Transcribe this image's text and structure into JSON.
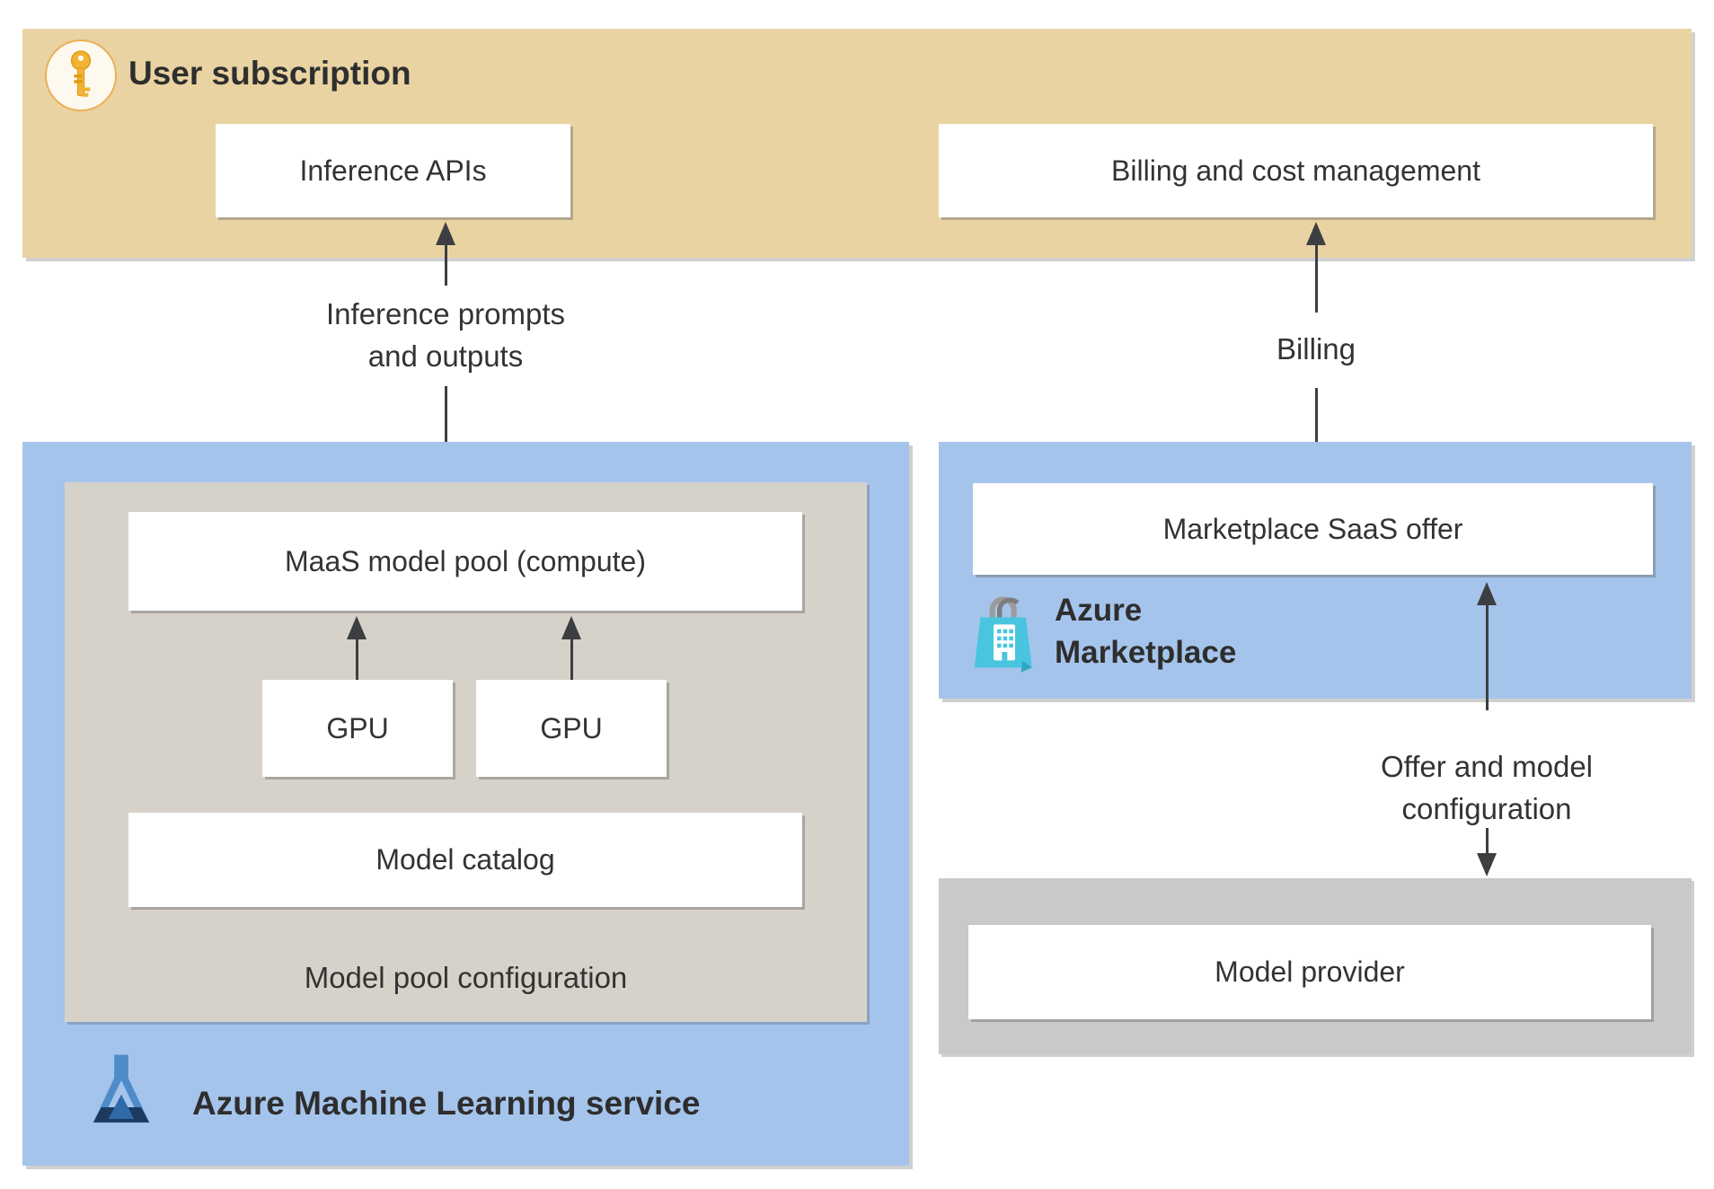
{
  "banner": {
    "title": "User subscription",
    "icon": "key-icon",
    "inference_box": "Inference APIs",
    "billing_box": "Billing and cost management"
  },
  "edges": {
    "inference": {
      "line1": "Inference prompts",
      "line2": "and outputs"
    },
    "billing": {
      "label": "Billing"
    },
    "offer": {
      "line1": "Offer and model",
      "line2": "configuration"
    }
  },
  "aml": {
    "service_title": "Azure Machine Learning service",
    "icon": "azure-ml-flask-icon",
    "maas_pool": "MaaS model pool (compute)",
    "gpus": [
      "GPU",
      "GPU"
    ],
    "model_catalog": "Model catalog",
    "pool_config": "Model pool configuration"
  },
  "marketplace": {
    "title_line1": "Azure",
    "title_line2": "Marketplace",
    "icon": "marketplace-bag-icon",
    "saas_offer": "Marketplace SaaS offer"
  },
  "provider": {
    "label": "Model provider"
  },
  "colors": {
    "tan": "#e9d3a2",
    "blue": "#a5c4eb",
    "gray_warm": "#d6d2c9",
    "gray_cool": "#c9c9c9",
    "arrow": "#3d3e42",
    "text": "#333333",
    "title": "#2e2e2e",
    "key_gold": "#f2b233",
    "flask_light": "#4d8bc9",
    "flask_mid": "#2f6aa8",
    "flask_dark": "#1c3a60",
    "bag_cyan": "#49c5e0",
    "bag_handle": "#9b9b9b"
  }
}
